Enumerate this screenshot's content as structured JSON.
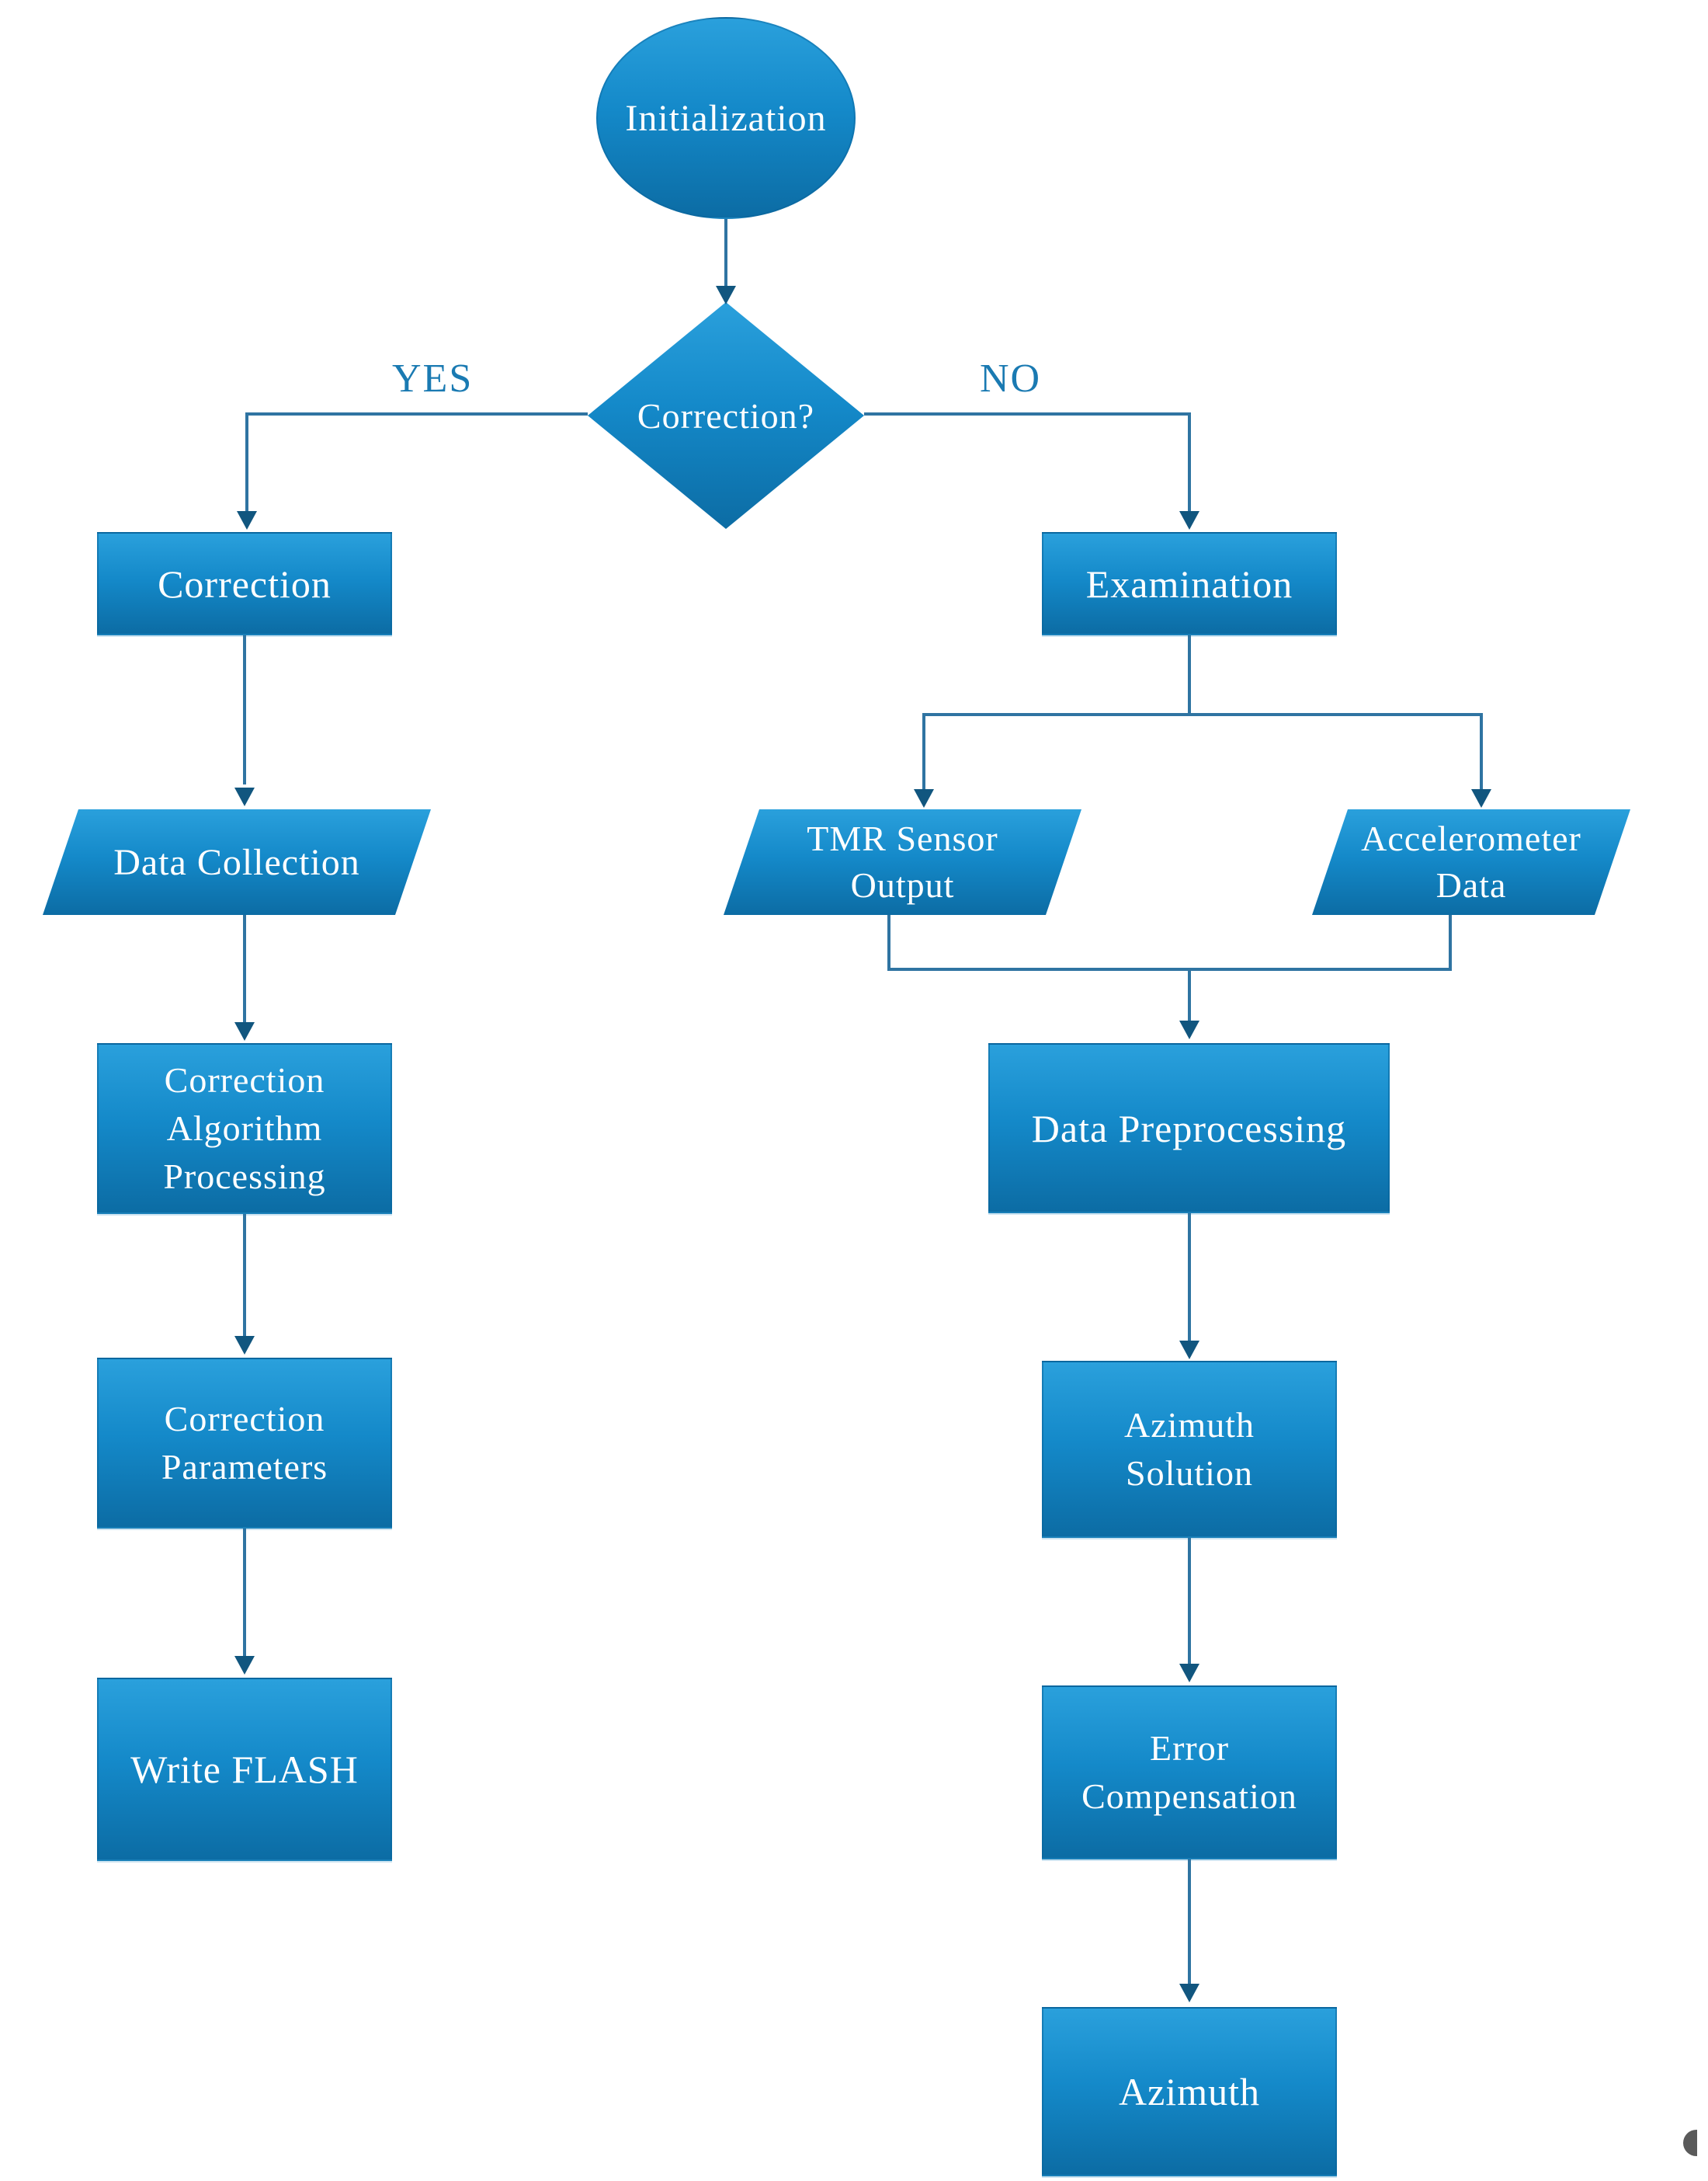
{
  "flowchart": {
    "nodes": {
      "initialization": {
        "label": "Initialization",
        "shape": "ellipse"
      },
      "correction_decision": {
        "label": "Correction?",
        "shape": "diamond"
      },
      "correction": {
        "label": "Correction",
        "shape": "rect"
      },
      "data_collection": {
        "label": "Data Collection",
        "shape": "parallelogram"
      },
      "correction_algorithm_processing": {
        "lines": [
          "Correction",
          "Algorithm",
          "Processing"
        ],
        "shape": "rect"
      },
      "correction_parameters": {
        "lines": [
          "Correction",
          "Parameters"
        ],
        "shape": "rect"
      },
      "write_flash": {
        "label": "Write FLASH",
        "shape": "rect"
      },
      "examination": {
        "label": "Examination",
        "shape": "rect"
      },
      "tmr_sensor_output": {
        "lines": [
          "TMR Sensor",
          "Output"
        ],
        "shape": "parallelogram"
      },
      "accelerometer_data": {
        "lines": [
          "Accelerometer",
          "Data"
        ],
        "shape": "parallelogram"
      },
      "data_preprocessing": {
        "label": "Data Preprocessing",
        "shape": "rect"
      },
      "azimuth_solution": {
        "lines": [
          "Azimuth",
          "Solution"
        ],
        "shape": "rect"
      },
      "error_compensation": {
        "lines": [
          "Error",
          "Compensation"
        ],
        "shape": "rect"
      },
      "azimuth": {
        "label": "Azimuth",
        "shape": "rect"
      }
    },
    "branch_labels": {
      "yes": "YES",
      "no": "NO"
    },
    "edges": [
      {
        "from": "initialization",
        "to": "correction_decision"
      },
      {
        "from": "correction_decision",
        "to": "correction",
        "label": "YES"
      },
      {
        "from": "correction_decision",
        "to": "examination",
        "label": "NO"
      },
      {
        "from": "correction",
        "to": "data_collection"
      },
      {
        "from": "data_collection",
        "to": "correction_algorithm_processing"
      },
      {
        "from": "correction_algorithm_processing",
        "to": "correction_parameters"
      },
      {
        "from": "correction_parameters",
        "to": "write_flash"
      },
      {
        "from": "examination",
        "to": "tmr_sensor_output"
      },
      {
        "from": "examination",
        "to": "accelerometer_data"
      },
      {
        "from": "tmr_sensor_output",
        "to": "data_preprocessing"
      },
      {
        "from": "accelerometer_data",
        "to": "data_preprocessing"
      },
      {
        "from": "data_preprocessing",
        "to": "azimuth_solution"
      },
      {
        "from": "azimuth_solution",
        "to": "error_compensation"
      },
      {
        "from": "error_compensation",
        "to": "azimuth"
      }
    ],
    "colors": {
      "node_gradient_top": "#2aa0dc",
      "node_gradient_mid": "#1489c9",
      "node_gradient_bottom": "#0c6ca4",
      "node_border": "#0a649b",
      "connector_line": "#2f74a2",
      "arrowhead": "#11567f",
      "branch_label_text": "#1a7ab2",
      "node_text": "#ffffff",
      "background": "#ffffff"
    }
  }
}
